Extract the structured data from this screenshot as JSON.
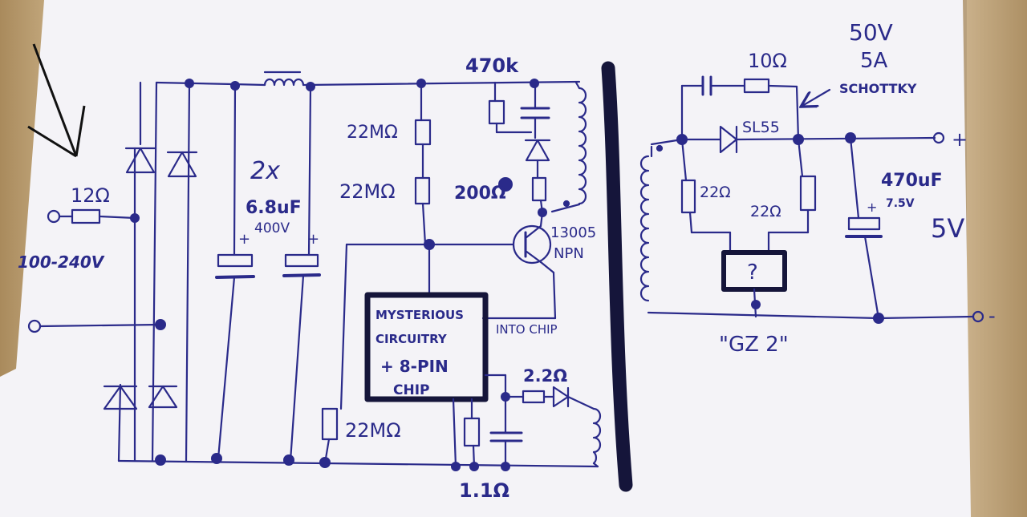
{
  "labels": {
    "r12": "12Ω",
    "input_voltage": "100-240V",
    "cap_count": "2x",
    "cap_value": "6.8uF",
    "cap_voltage": "400V",
    "r470k": "470k",
    "r22m_top1": "22MΩ",
    "r22m_top2": "22MΩ",
    "r200": "200Ω",
    "transistor_part": "13005",
    "transistor_type": "NPN",
    "chip_line1": "MYSTERIOUS",
    "chip_line2": "CIRCUITRY",
    "chip_line3": "+ 8-PIN",
    "chip_line4": "CHIP",
    "into_chip": "INTO CHIP",
    "r2_2": "2.2Ω",
    "r22m_bottom": "22MΩ",
    "r1_1": "1.1Ω",
    "v50": "50V",
    "a5": "5A",
    "schottky": "SCHOTTKY",
    "r10": "10Ω",
    "diode_part": "SL55",
    "r22_left": "22Ω",
    "r22_right": "22Ω",
    "unknown_part": "?",
    "gz2": "\"GZ 2\"",
    "cap_out": "470uF",
    "cap_out_v": "7.5V",
    "out_voltage": "5V",
    "plus_sign": "+",
    "minus_sign": "-",
    "cap_plus": "+"
  }
}
